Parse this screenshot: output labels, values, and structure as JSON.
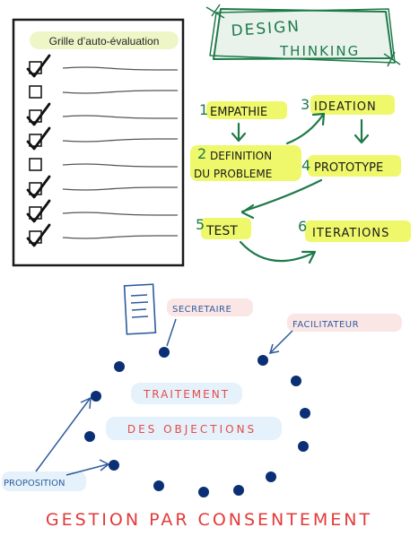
{
  "checklist": {
    "title": "Grille d’auto-évaluation",
    "items": [
      {
        "checked": true
      },
      {
        "checked": false
      },
      {
        "checked": true
      },
      {
        "checked": true
      },
      {
        "checked": false
      },
      {
        "checked": true
      },
      {
        "checked": true
      },
      {
        "checked": true
      }
    ]
  },
  "design_thinking": {
    "title_line1": "DESIGN",
    "title_line2": "THINKING",
    "steps": [
      {
        "num": "1",
        "label": "EMPATHIE"
      },
      {
        "num": "2",
        "label": "DEFINITION",
        "label2": "DU PROBLEME"
      },
      {
        "num": "3",
        "label": "IDEATION"
      },
      {
        "num": "4",
        "label": "PROTOTYPE"
      },
      {
        "num": "5",
        "label": "TEST"
      },
      {
        "num": "6",
        "label": "ITERATIONS"
      }
    ]
  },
  "consent": {
    "roles": {
      "secretary": "SECRETAIRE",
      "facilitator": "FACILITATEUR",
      "proposal": "PROPOSITION"
    },
    "center_line1": "TRAITEMENT",
    "center_line2": "DES OBJECTIONS",
    "footer": "GESTION PAR CONSENTEMENT"
  },
  "colors": {
    "ink": "#1a1a1a",
    "green": "#1f7a4a",
    "highlight": "#eef86a",
    "navy": "#0b2f74",
    "blue_text": "#2d5c9c",
    "red": "#e43a3a",
    "pink_highlight": "#fbe6e6",
    "blue_highlight": "#e6f2fb"
  }
}
